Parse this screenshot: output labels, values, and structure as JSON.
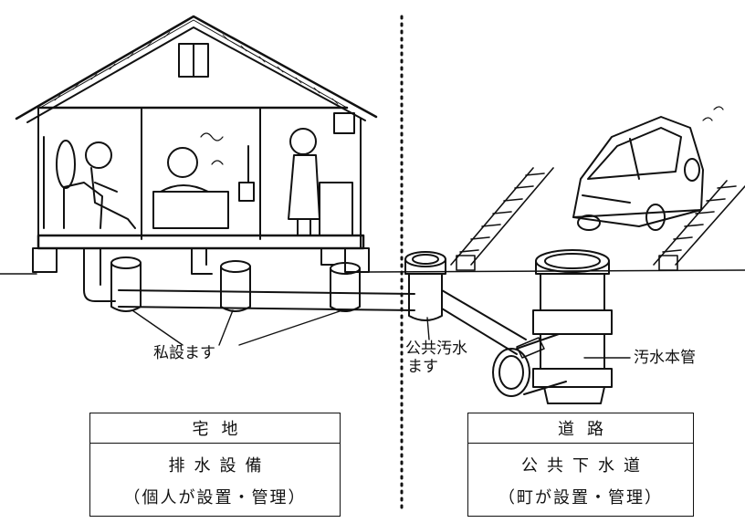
{
  "labels": {
    "private_basins": "私設ます",
    "public_basin_line1": "公共汚水",
    "public_basin_line2": "ます",
    "main_sewer": "汚水本管"
  },
  "boxes": {
    "left": {
      "header": "宅地",
      "line1": "排水設備",
      "line2": "（個人が設置・管理）"
    },
    "right": {
      "header": "道路",
      "line1": "公共下水道",
      "line2": "（町が設置・管理）"
    }
  }
}
